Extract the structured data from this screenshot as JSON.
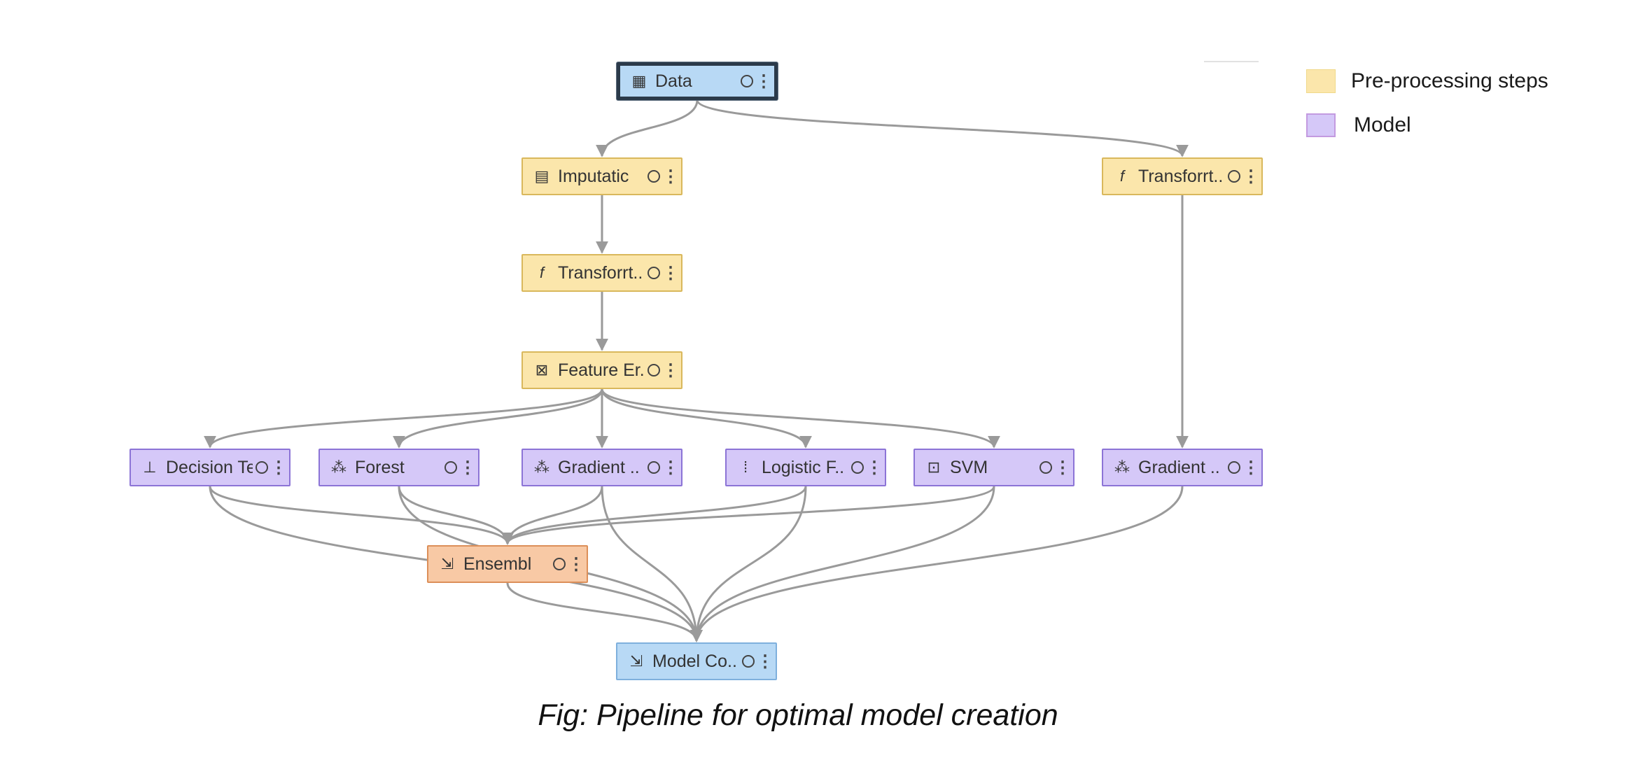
{
  "diagram": {
    "nodes": [
      {
        "id": "data",
        "label": "Data",
        "kind": "data",
        "icon": "table-icon",
        "selected": true
      },
      {
        "id": "imputation",
        "label": "Imputatic",
        "kind": "prep",
        "icon": "imputation-icon"
      },
      {
        "id": "transform1",
        "label": "Transforrt..",
        "kind": "prep",
        "icon": "function-icon"
      },
      {
        "id": "feature",
        "label": "Feature Er..",
        "kind": "prep",
        "icon": "feature-extraction-icon"
      },
      {
        "id": "transform2",
        "label": "Transforrt..",
        "kind": "prep",
        "icon": "function-icon"
      },
      {
        "id": "dtree",
        "label": "Decision Tee",
        "kind": "model",
        "icon": "decision-tree-icon"
      },
      {
        "id": "forest",
        "label": "Forest",
        "kind": "model",
        "icon": "forest-icon"
      },
      {
        "id": "gradient1",
        "label": "Gradient ..",
        "kind": "model",
        "icon": "gradient-boosting-icon"
      },
      {
        "id": "logistic",
        "label": "Logistic F..",
        "kind": "model",
        "icon": "logistic-regression-icon"
      },
      {
        "id": "svm",
        "label": "SVM",
        "kind": "model",
        "icon": "svm-icon"
      },
      {
        "id": "gradient2",
        "label": "Gradient ..",
        "kind": "model",
        "icon": "gradient-boosting-icon"
      },
      {
        "id": "ensemble",
        "label": "Ensembl",
        "kind": "ensemble",
        "icon": "ensemble-icon"
      },
      {
        "id": "modelcomp",
        "label": "Model Co..",
        "kind": "data",
        "icon": "model-comparison-icon"
      }
    ],
    "edges": [
      [
        "data",
        "imputation"
      ],
      [
        "data",
        "transform2"
      ],
      [
        "imputation",
        "transform1"
      ],
      [
        "transform1",
        "feature"
      ],
      [
        "feature",
        "dtree"
      ],
      [
        "feature",
        "forest"
      ],
      [
        "feature",
        "gradient1"
      ],
      [
        "feature",
        "logistic"
      ],
      [
        "feature",
        "svm"
      ],
      [
        "transform2",
        "gradient2"
      ],
      [
        "dtree",
        "ensemble"
      ],
      [
        "forest",
        "ensemble"
      ],
      [
        "gradient1",
        "ensemble"
      ],
      [
        "logistic",
        "ensemble"
      ],
      [
        "svm",
        "ensemble"
      ],
      [
        "dtree",
        "modelcomp"
      ],
      [
        "forest",
        "modelcomp"
      ],
      [
        "gradient1",
        "modelcomp"
      ],
      [
        "logistic",
        "modelcomp"
      ],
      [
        "svm",
        "modelcomp"
      ],
      [
        "gradient2",
        "modelcomp"
      ],
      [
        "ensemble",
        "modelcomp"
      ]
    ]
  },
  "legend": {
    "items": [
      {
        "label": "Pre-processing steps",
        "kind": "prep"
      },
      {
        "label": "Model",
        "kind": "model"
      }
    ]
  },
  "caption": "Fig: Pipeline for optimal model creation",
  "colors": {
    "data_fill": "#b8d9f5",
    "prep_fill": "#fbe6ab",
    "model_fill": "#d5c8f8",
    "ensemble_fill": "#f8c9a5",
    "edge": "#9a9a9a"
  }
}
